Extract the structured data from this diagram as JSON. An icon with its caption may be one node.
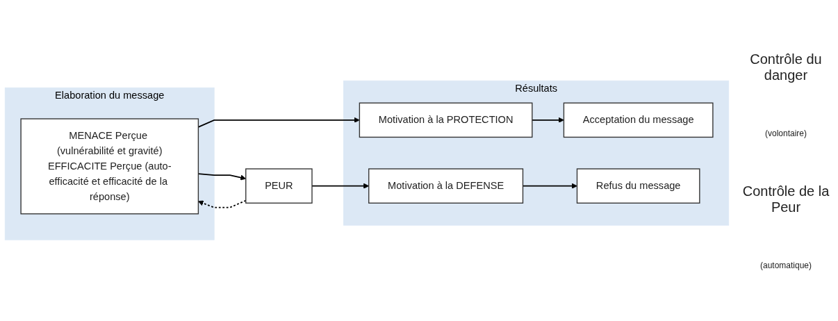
{
  "diagram": {
    "nodes": [
      {
        "text": [
          "Elaboration du message"
        ]
      },
      {
        "text": [
          "MENACE Perçue (vulnérabilité et gravité)",
          "EFFICACITE Perçue (auto-efficacité et efficacité de la réponse)"
        ],
        "in": 0
      },
      {
        "text": [
          "Résultats"
        ]
      },
      {
        "text": [
          "Motivation à la PROTECTION"
        ],
        "in": 2
      },
      {
        "text": [
          "Acceptation du message"
        ],
        "in": 2
      },
      {
        "text": [
          "PEUR"
        ]
      },
      {
        "text": [
          "Motivation à la DEFENSE"
        ],
        "in": 2
      },
      {
        "text": [
          "Refus du message"
        ],
        "in": 2
      }
    ],
    "edges": [
      {
        "from": 1,
        "to": 3,
        "arrow": "to"
      },
      {
        "from": 5,
        "to": 1,
        "arrow": "to",
        "style": "dashed"
      },
      {
        "from": 1,
        "to": 5,
        "arrow": "to"
      },
      {
        "from": 5,
        "to": 6,
        "arrow": "to"
      },
      {
        "from": 3,
        "to": 4,
        "arrow": "to"
      },
      {
        "from": 6,
        "to": 7,
        "arrow": "to"
      }
    ],
    "labels": [
      "Contrôle du danger",
      "(volontaire)",
      "Contrôle de la Peur",
      "(automatique)"
    ]
  }
}
